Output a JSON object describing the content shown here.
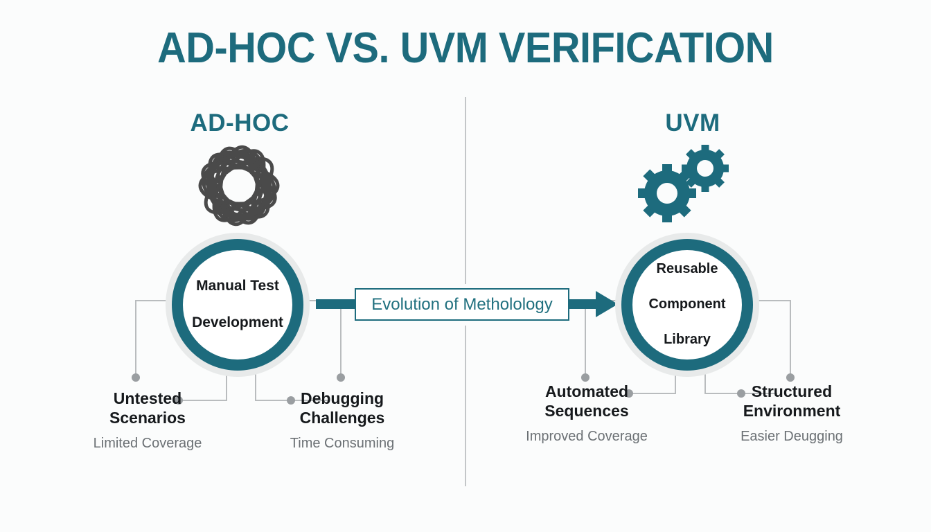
{
  "theme": {
    "background": "#fbfcfc",
    "accent_teal": "#1d6b7d",
    "ring_gray": "#e8eaea",
    "line_gray": "#b9bcbe",
    "dot_gray": "#9a9ea1",
    "text_dark": "#16191c",
    "text_muted": "#6b7074",
    "tangle_dark": "#4a4a4a"
  },
  "title": "AD-HOC VS. UVM VERIFICATION",
  "divider": {
    "name": "vertical-divider"
  },
  "left_column": {
    "heading": "AD-HOC",
    "icon_name": "tangled-scribble-icon",
    "circle_label": "Manual Test Development",
    "circle_label_lines": [
      "Manual Test",
      "Development"
    ],
    "leaves": [
      {
        "title": "Untested Scenarios",
        "title_lines": [
          "Untested",
          "Scenarios"
        ],
        "sub": "Limited Coverage"
      },
      {
        "title": "Debugging Challenges",
        "title_lines": [
          "Debugging",
          "Challenges"
        ],
        "sub": "Time Consuming"
      }
    ]
  },
  "right_column": {
    "heading": "UVM",
    "icon_name": "gears-icon",
    "circle_label": "Reusable Component Library",
    "circle_label_lines": [
      "Reusable",
      "Component",
      "Library"
    ],
    "leaves": [
      {
        "title": "Automated Sequences",
        "title_lines": [
          "Automated",
          "Sequences"
        ],
        "sub": "Improved Coverage"
      },
      {
        "title": "Structured Environment",
        "title_lines": [
          "Structured",
          "Environment"
        ],
        "sub": "Easier Deugging"
      }
    ]
  },
  "center_arrow": {
    "label": "Evolution of Metholology",
    "icon_name": "right-arrow-icon"
  }
}
